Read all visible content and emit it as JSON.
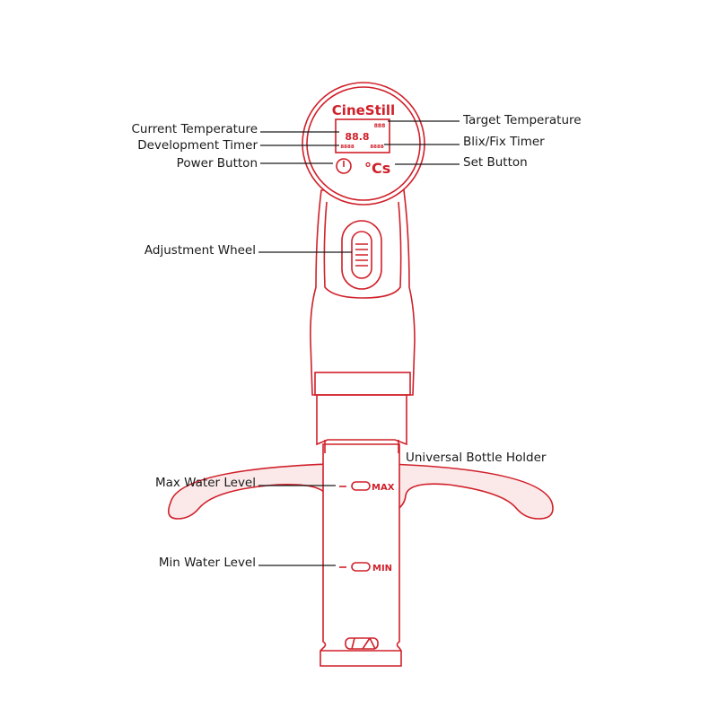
{
  "device": {
    "brand_logo": "CineStill",
    "display_main": "88.8",
    "display_target": "888",
    "display_dev_timer": "8888",
    "display_blix_timer": "8888",
    "set_button_glyph": "°Cs",
    "max_mark": "MAX",
    "min_mark": "MIN",
    "accent_color": "#d0202a"
  },
  "labels": {
    "current_temperature": "Current Temperature",
    "development_timer": "Development Timer",
    "power_button": "Power Button",
    "target_temperature": "Target Temperature",
    "blix_fix_timer": "Blix/Fix Timer",
    "set_button": "Set Button",
    "adjustment_wheel": "Adjustment Wheel",
    "universal_bottle_holder": "Universal Bottle Holder",
    "max_water_level": "Max Water Level",
    "min_water_level": "Min Water Level"
  }
}
